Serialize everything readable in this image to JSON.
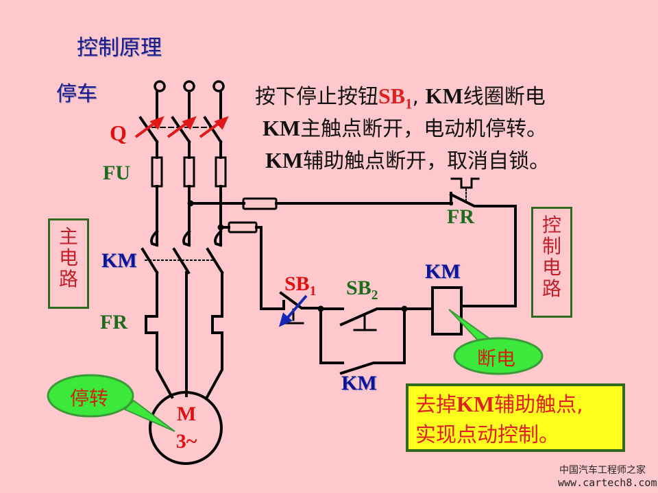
{
  "title": "控制原理",
  "subtitle": "停车",
  "explanation": {
    "line1_prefix": "按下停止按钮",
    "line1_highlight": "SB",
    "line1_highlight_sub": "1",
    "line1_sep": ",",
    "line1_km": "KM",
    "line1_suffix": "线圈断电",
    "line2_km": "KM",
    "line2_suffix": "主触点断开，电动机停转。",
    "line3_km": "KM",
    "line3_suffix": "辅助触点断开，取消自锁。"
  },
  "labels": {
    "q": "Q",
    "fu": "FU",
    "km_main": "KM",
    "fr_main": "FR",
    "fr_control": "FR",
    "sb1": "SB",
    "sb1_sub": "1",
    "sb2": "SB",
    "sb2_sub": "2",
    "km_coil": "KM",
    "km_aux": "KM",
    "motor_m": "M",
    "motor_phase": "3~"
  },
  "boxes": {
    "main_circuit": [
      "主",
      "电",
      "路"
    ],
    "control_circuit": [
      "控",
      "制",
      "电",
      "路"
    ]
  },
  "callouts": {
    "motor_stop": "停转",
    "coil_off": "断电"
  },
  "note": {
    "line1_prefix": "去掉",
    "line1_km": "KM",
    "line1_suffix": "辅助触点,",
    "line2": "实现点动控制。"
  },
  "watermark": {
    "name": "中国汽车工程师之家",
    "url": "www.cartech8.com"
  },
  "colors": {
    "background": "#ffc8cc",
    "wire": "#000000",
    "arrow_red": "#e01818",
    "arrow_blue": "#1428b4",
    "callout_fill": "#3ce83c",
    "callout_border": "#3a9a3a",
    "note_fill": "#ffff1e"
  }
}
